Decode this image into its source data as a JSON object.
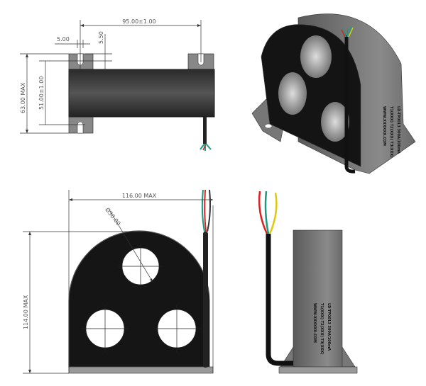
{
  "top_view": {
    "dim_pitch": "95.00±1.00",
    "dim_slot_width": "5.00",
    "dim_slot_depth": "5.50",
    "dim_height_max": "63.00 MAX",
    "dim_slot_spacing": "51.00±1.00"
  },
  "front_view": {
    "dim_width_max": "116.00 MAX",
    "dim_height_max": "114.00 MAX",
    "dim_hole_diameter": "Ø30.00"
  },
  "product_label": {
    "line1": "LD-TP0013  300A/100mA",
    "line2": "T1(XXX)  T2(XXX)  T3(XXX)",
    "line3": "WWW.XXXXXX.COM"
  },
  "colors": {
    "body": "#1a1a1a",
    "side": "#6e6e6e",
    "wire_red": "#d22",
    "wire_green": "#1a9a80",
    "wire_yellow": "#e0c810"
  }
}
